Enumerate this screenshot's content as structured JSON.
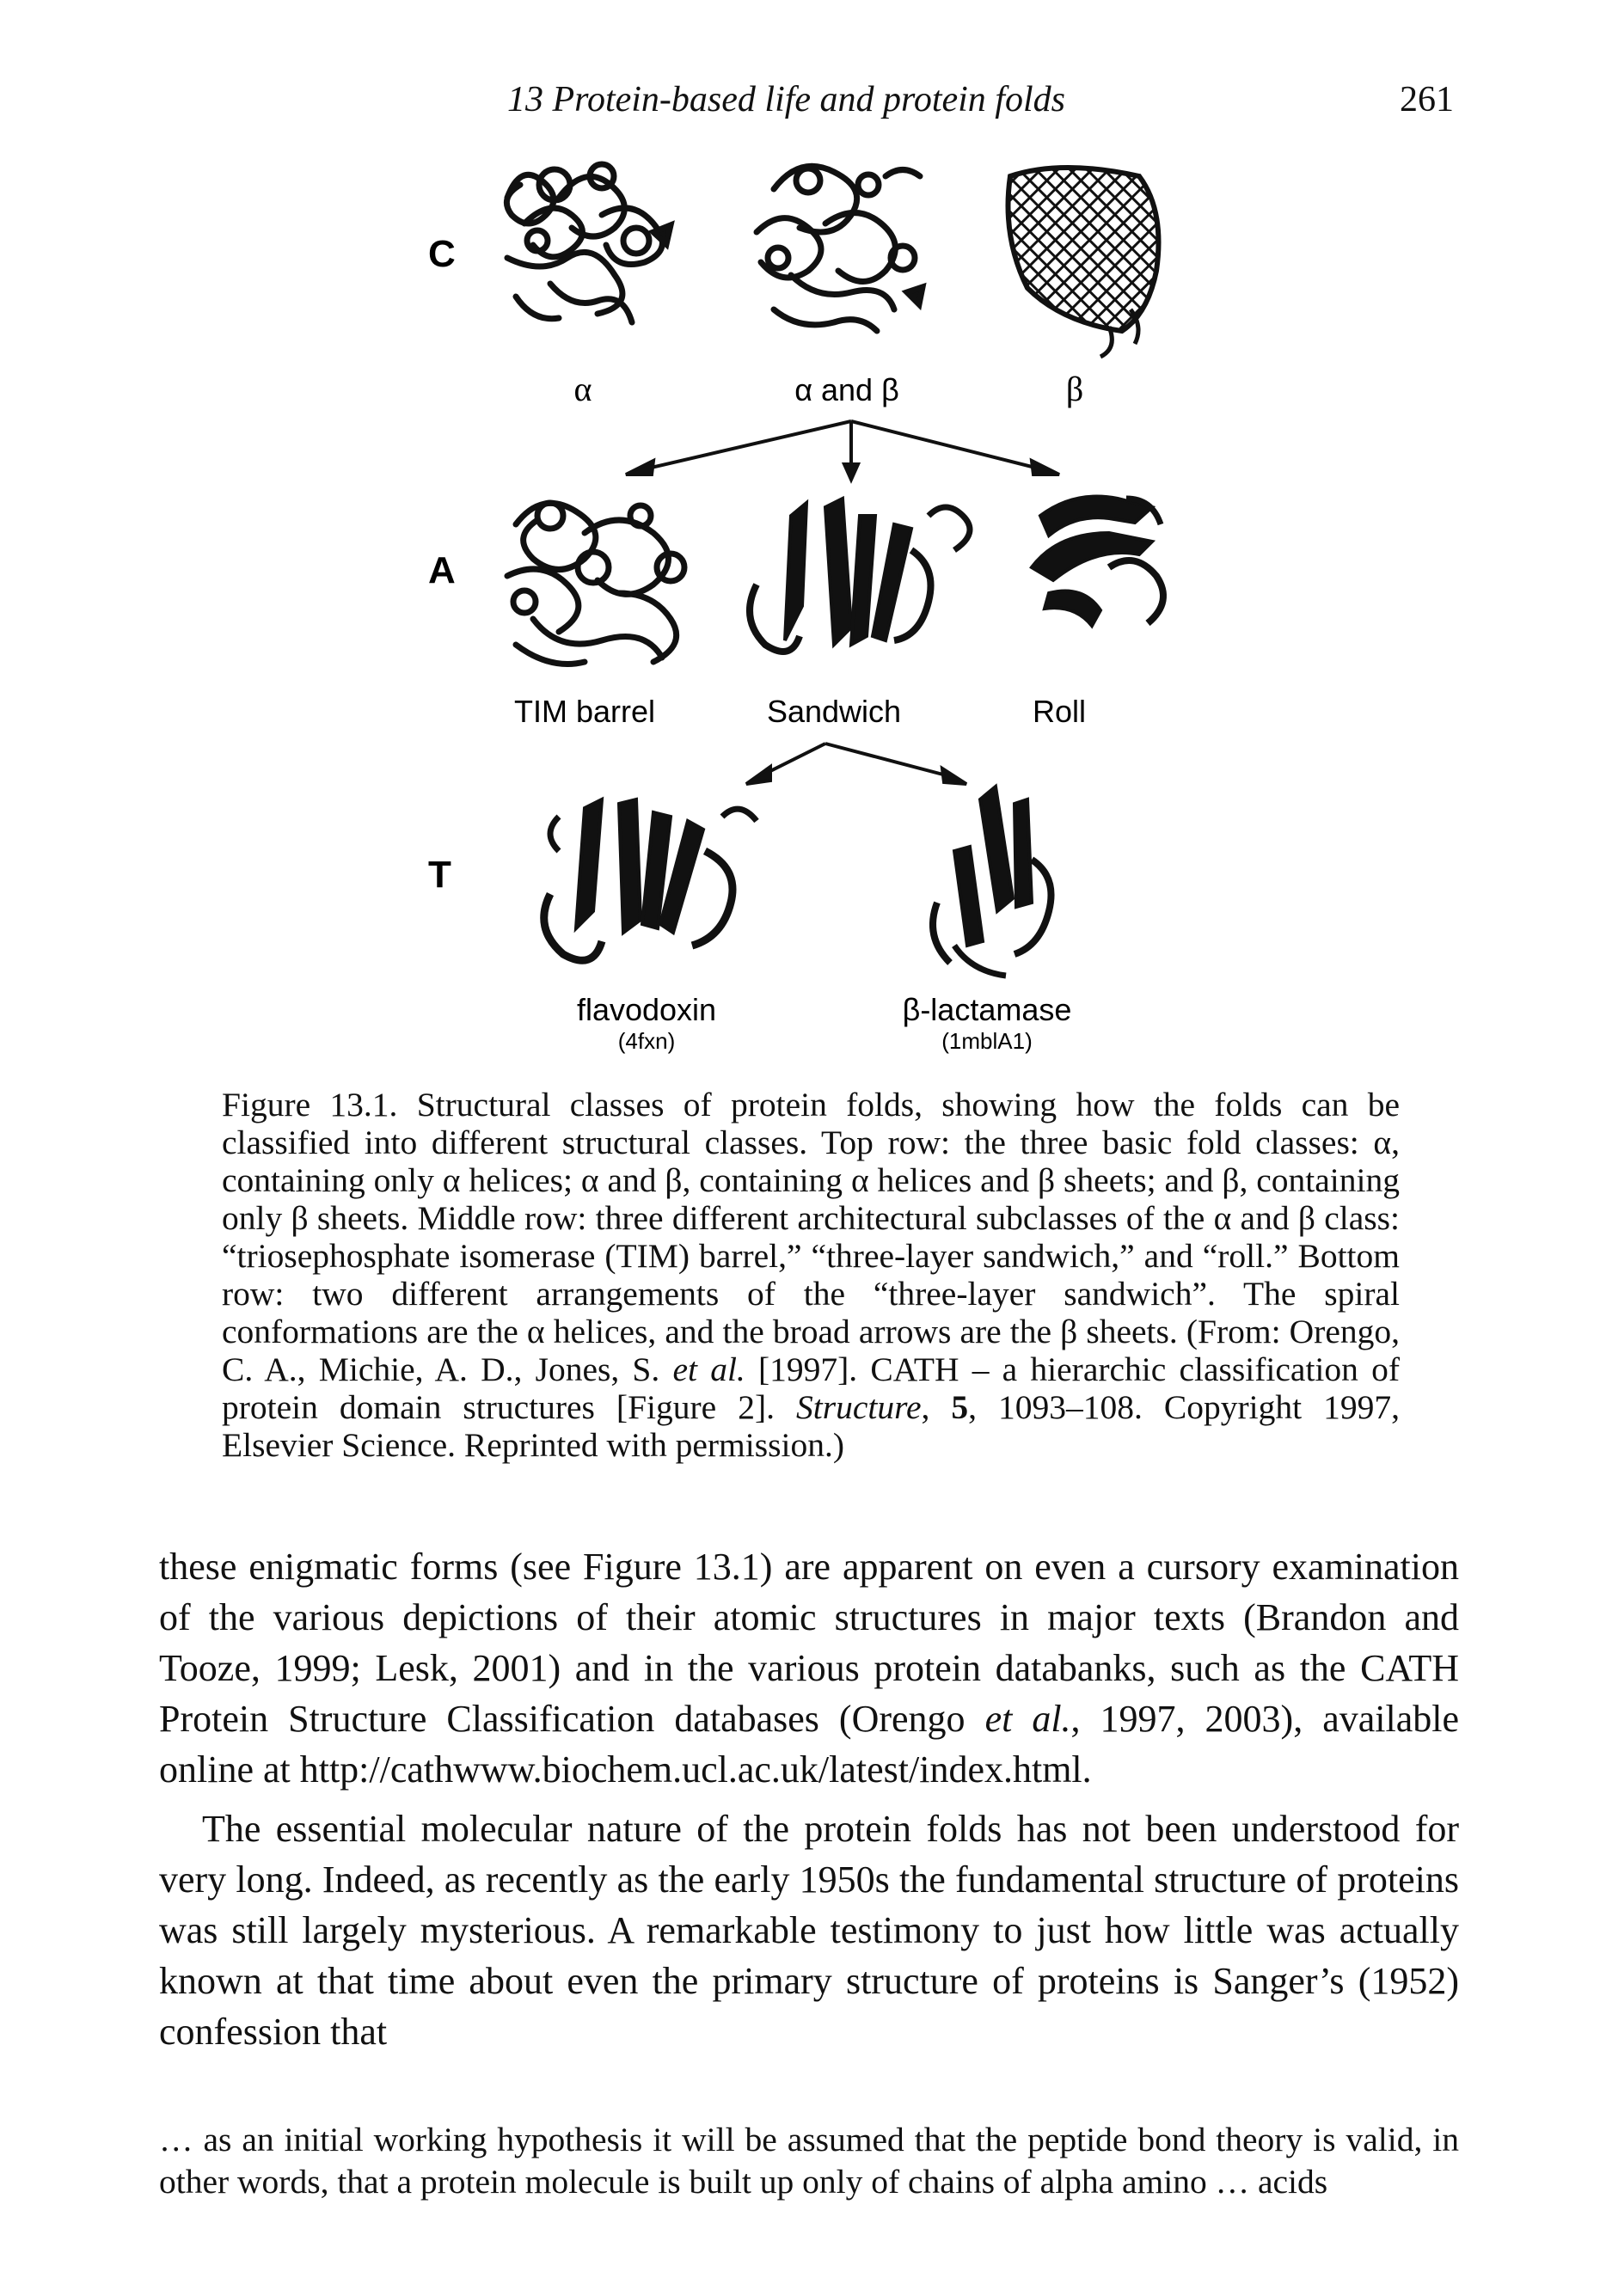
{
  "header": {
    "title": "13 Protein-based life and protein folds",
    "page_number": "261"
  },
  "figure": {
    "rows": [
      {
        "letter": "C",
        "labels": [
          "α",
          "α and β",
          "β"
        ]
      },
      {
        "letter": "A",
        "labels": [
          "TIM barrel",
          "Sandwich",
          "Roll"
        ]
      },
      {
        "letter": "T",
        "labels": [
          "flavodoxin",
          "β-lactamase"
        ],
        "sublabels": [
          "(4fxn)",
          "(1mblA1)"
        ]
      }
    ]
  },
  "caption": {
    "prefix": "Figure 13.1. Structural classes of protein folds, showing how the folds can be classified into different structural classes. Top row: the three basic fold classes: α, containing only α helices; α and β, containing α helices and β sheets; and β, containing only β sheets. Middle row: three different architectural subclasses of the α and β class: “triosephosphate isomerase (TIM) barrel,” “three-layer sandwich,” and “roll.” Bottom row: two different arrangements of the “three-layer sandwich”. The spiral conformations are the α helices, and the broad arrows are the β sheets. (From: Orengo, C. A., Michie, A. D., Jones, S.",
    "etal": "et al.",
    "mid": "[1997]. CATH – a hierarchic classification of protein domain structures [Figure 2].",
    "journal": "Structure",
    "comma": ",",
    "volume": "5",
    "suffix": ", 1093–108. Copyright 1997, Elsevier Science. Reprinted with permission.)"
  },
  "body": {
    "p1_a": "these enigmatic forms (see Figure 13.1) are apparent on even a cursory examination of the various depictions of their atomic structures in major texts (Brandon and Tooze, 1999; Lesk, 2001) and in the various protein databanks, such as the CATH Protein Structure Classification databases (Orengo",
    "p1_etal": "et al.",
    "p1_b": ", 1997, 2003), available online at http://cathwww.biochem.ucl.ac.uk/latest/index.html.",
    "p2": "The essential molecular nature of the protein folds has not been understood for very long. Indeed, as recently as the early 1950s the fundamental structure of proteins was still largely mysterious. A remarkable testimony to just how little was actually known at that time about even the primary structure of proteins is Sanger’s (1952) confession that"
  },
  "quote": {
    "text": "… as an initial working hypothesis it will be assumed that the peptide bond theory is valid, in other words, that a protein molecule is built up only of chains of alpha amino … acids"
  }
}
